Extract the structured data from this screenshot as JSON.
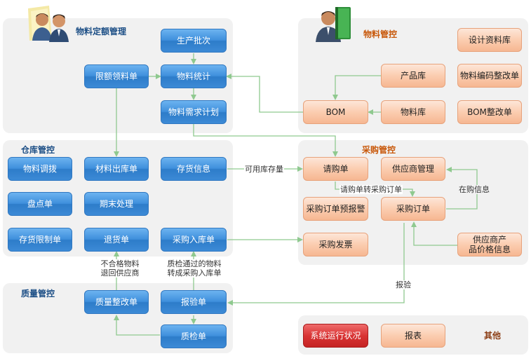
{
  "sections": {
    "material_quota": "物料定额管理",
    "material_control": "物料管控",
    "warehouse": "仓库管控",
    "purchase": "采购管控",
    "quality": "质量管控",
    "other": "其他"
  },
  "boxes": {
    "production_batch": "生产批次",
    "limit_picking": "限额领料单",
    "material_stats": "物料统计",
    "material_requirement_plan": "物料需求计划",
    "design_library": "设计资料库",
    "product_library": "产品库",
    "material_code_rectify": "物料编码整改单",
    "bom": "BOM",
    "material_library": "物料库",
    "bom_rectify": "BOM整改单",
    "material_transfer": "物料调拨",
    "material_in_out": "材料出库单",
    "inventory_info": "存货信息",
    "stock_count": "盘点单",
    "period_end": "期末处理",
    "inventory_limit": "存货限制单",
    "return_order": "退货单",
    "purchase_inbound": "采购入库单",
    "purchase_request": "请购单",
    "supplier_mgmt": "供应商管理",
    "po_warning": "采购订单预报警",
    "purchase_order": "采购订单",
    "purchase_invoice": "采购发票",
    "supplier_price_line1": "供应商产",
    "supplier_price_line2": "品价格信息",
    "quality_rectify": "质量整改单",
    "inspection_report": "报验单",
    "quality_check": "质检单",
    "system_status": "系统运行状况",
    "reports": "报表"
  },
  "labels": {
    "available_stock": "可用库存量",
    "request_to_order": "请购单转采购订单",
    "in_purchase_info": "在购信息",
    "reject_line1": "不合格物料",
    "reject_line2": "退回供应商",
    "passed_line1": "质检通过的物料",
    "passed_line2": "转成采购入库单",
    "inspection": "报验"
  },
  "colors": {
    "blue_box": "#3e8fdc",
    "peach_box": "#fbcdb0",
    "red_box": "#d93434",
    "arrow_green": "#8fc98f",
    "panel_bg": "#f1f1f1"
  },
  "icons": [
    "users-icon",
    "user-with-book-icon"
  ]
}
